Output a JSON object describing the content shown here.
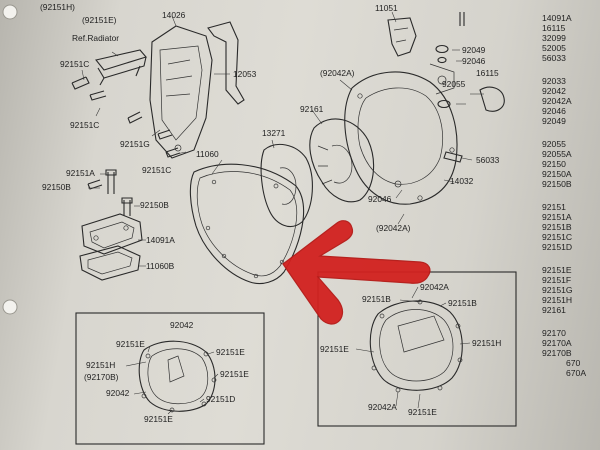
{
  "diagram": {
    "callouts": {
      "c_92151H_top": "(92151H)",
      "c_92151E_top": "(92151E)",
      "c_14026": "14026",
      "c_ref_radiator": "Ref.Radiator",
      "c_12053": "12053",
      "c_92151C_a": "92151C",
      "c_92151C_b": "92151C",
      "c_92151G": "92151G",
      "c_92151C_c": "92151C",
      "c_11051": "11051",
      "c_92049": "92049",
      "c_92046_a": "92046",
      "c_92042A_a": "(92042A)",
      "c_16115": "16115",
      "c_92055": "92055",
      "c_92161": "92161",
      "c_13271": "13271",
      "c_56033": "56033",
      "c_11060": "11060",
      "c_14032": "14032",
      "c_92046_b": "92046",
      "c_92042A_b": "(92042A)",
      "c_92151A": "92151A",
      "c_92150B_a": "92150B",
      "c_92150B_b": "92150B",
      "c_14091A": "14091A",
      "c_11060B": "11060B",
      "i1_92042": "92042",
      "i1_92151E_a": "92151E",
      "i1_92151E_b": "92151E",
      "i1_92151H": "92151H",
      "i1_92170B": "(92170B)",
      "i1_92151E_c": "92151E",
      "i1_92042_b": "92042",
      "i1_92151D": "92151D",
      "i1_92151E_d": "92151E",
      "i2_92042A": "92042A",
      "i2_92151B_a": "92151B",
      "i2_92151B_b": "92151B",
      "i2_92151E_a": "92151E",
      "i2_92151H": "92151H",
      "i2_92042A_b": "92042A",
      "i2_92151E_b": "92151E"
    },
    "parts_column": [
      "14091A",
      "16115",
      "32099",
      "52005",
      "56033",
      "92033",
      "92042",
      "92042A",
      "92046",
      "92049",
      "92055",
      "92055A",
      "92150",
      "92150A",
      "92150B",
      "92151",
      "92151A",
      "92151B",
      "92151C",
      "92151D",
      "92151E",
      "92151F",
      "92151G",
      "92151H",
      "92161",
      "92170",
      "92170A",
      "92170B",
      "670",
      "670A"
    ],
    "arrow_color": "#d2211f"
  }
}
